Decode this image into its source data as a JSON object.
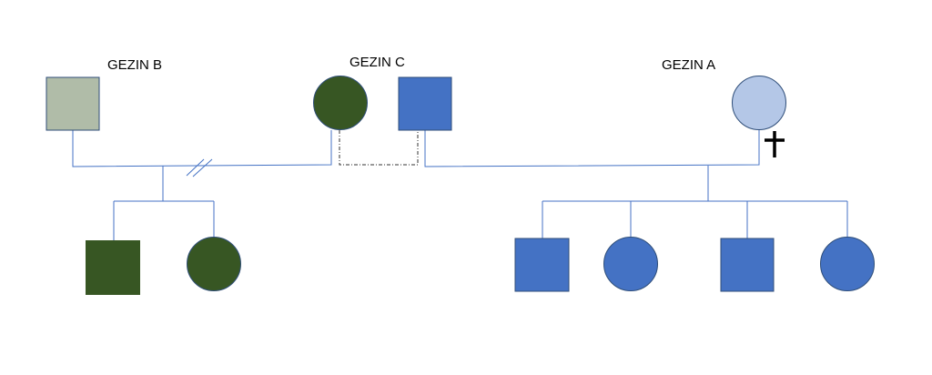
{
  "labels": {
    "family_b": "GEZIN B",
    "family_c": "GEZIN C",
    "family_a": "GEZIN A"
  },
  "colors": {
    "line": "#4472c4",
    "grey_green": "#b0bca8",
    "dark_green": "#375623",
    "blue": "#4472c4",
    "light_blue": "#b4c7e7",
    "outline": "#2f4e79"
  },
  "symbols": {
    "deceased_marker": "cross-icon"
  }
}
